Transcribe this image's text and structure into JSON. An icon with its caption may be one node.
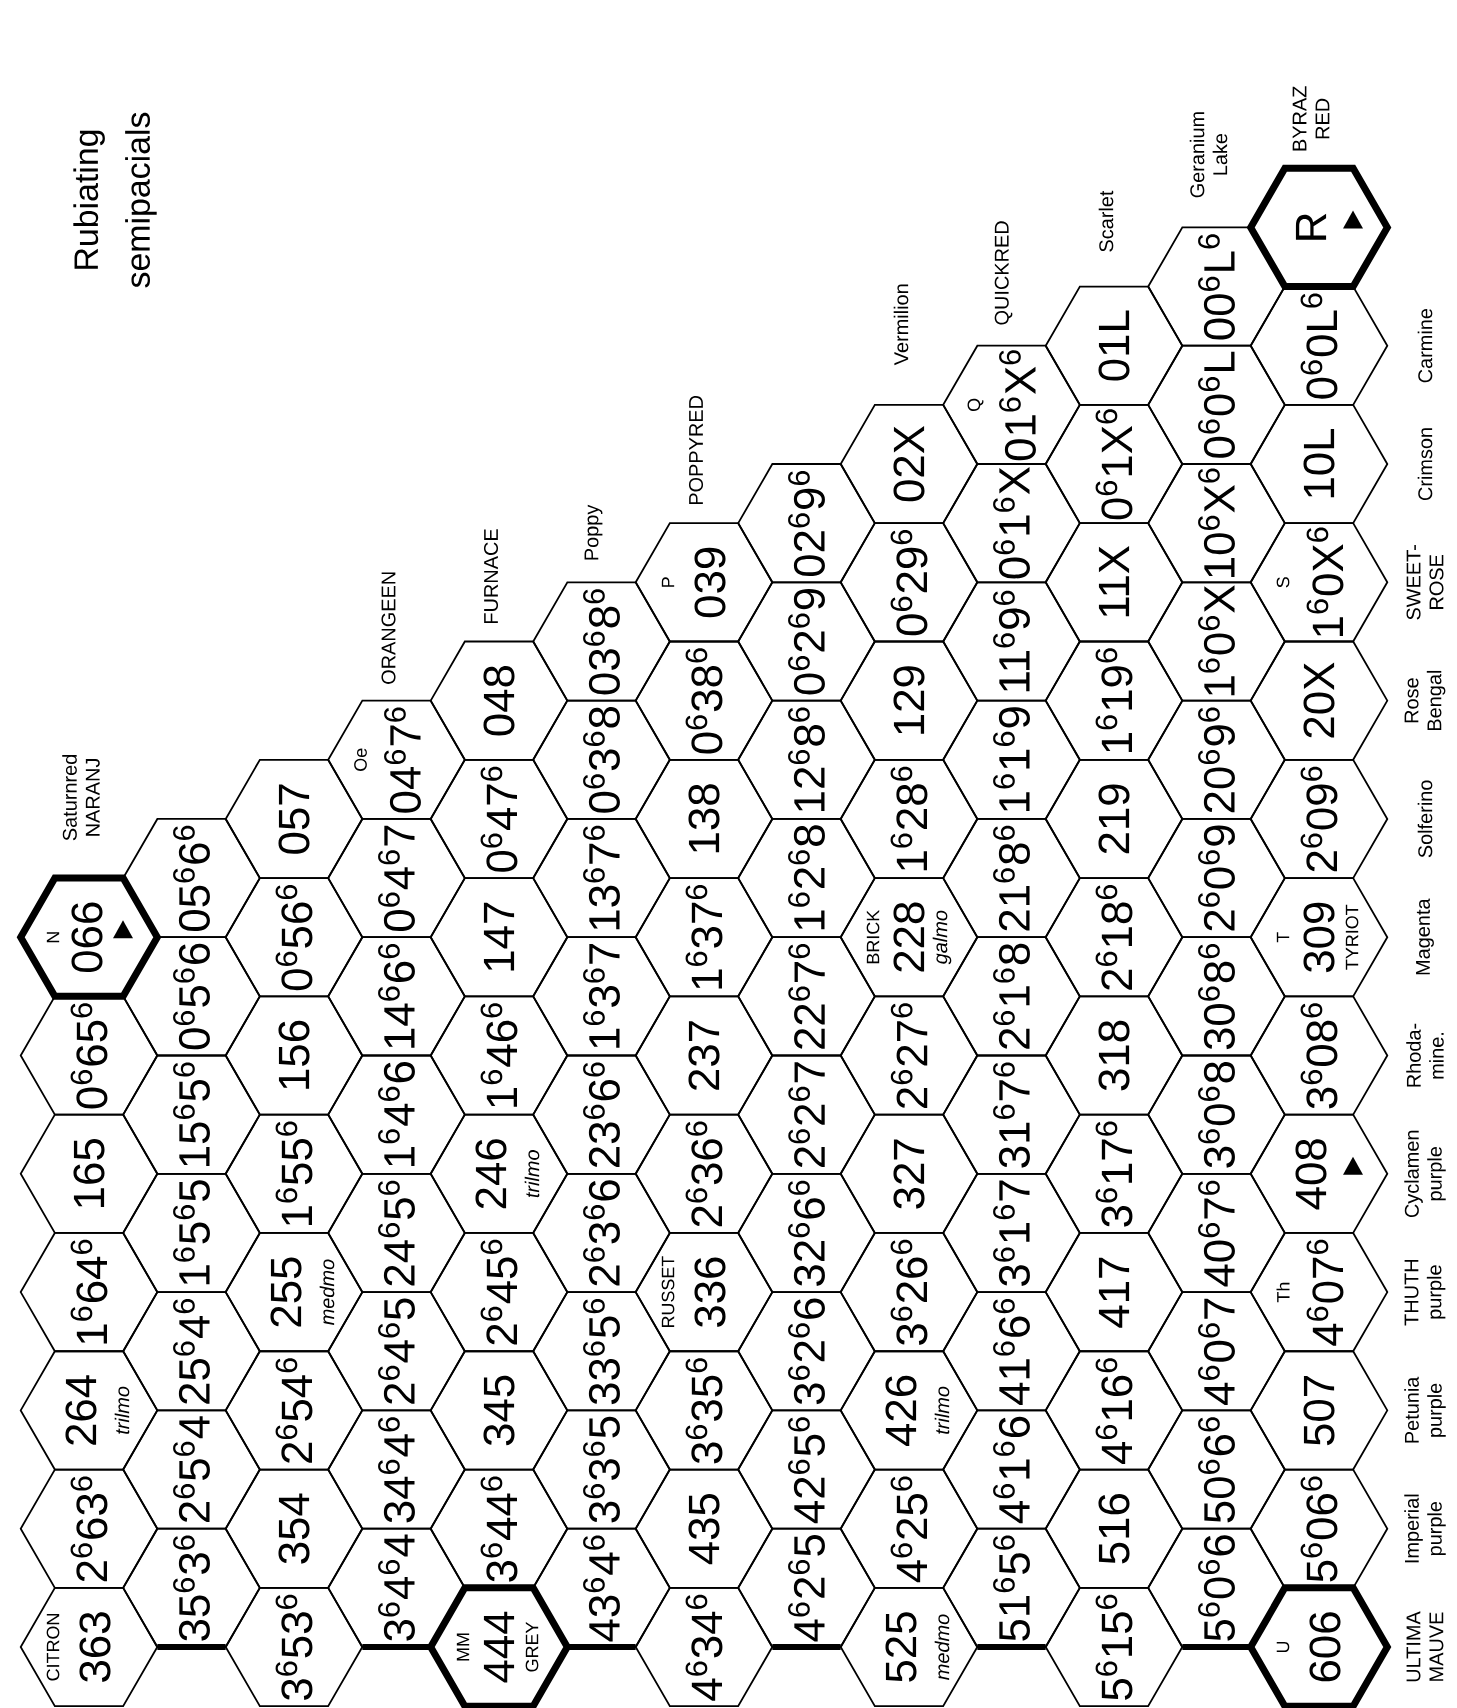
{
  "diagram": {
    "title": "Rubiating semipacials",
    "nodes": [
      {
        "text": [
          "CITRON",
          "363"
        ]
      },
      {
        "text": [
          "2$^{6}$63$^{6}$"
        ]
      },
      {
        "text": [
          "264",
          "trilmo"
        ]
      },
      {
        "text": [
          "1$^{6}$64$^{6}$"
        ]
      },
      {
        "text": [
          "165"
        ]
      },
      {
        "text": [
          "0$^{6}$65$^{6}$"
        ]
      },
      {
        "text": [
          "N",
          "066"
        ],
        "beside": [
          "Saturnred NARANJ"
        ]
      },
      {
        "text": [
          "35$^{6}$3$^{6}$"
        ]
      },
      {
        "text": [
          "2$^{6}$5$^{6}$4"
        ]
      },
      {
        "text": [
          "25$^{6}$4$^{6}$"
        ]
      },
      {
        "text": [
          "1$^{6}$5$^{6}$5"
        ]
      },
      {
        "text": [
          "15$^{6}$5$^{6}$"
        ]
      },
      {
        "text": [
          "0$^{6}$5$^{6}$6"
        ]
      },
      {
        "text": [
          "05$^{6}$6$^{6}$"
        ]
      },
      {
        "text": [
          "3$^{6}$53$^{6}$"
        ]
      },
      {
        "text": [
          "354"
        ]
      },
      {
        "text": [
          "2$^{6}$54$^{6}$"
        ]
      },
      {
        "text": [
          "255",
          "medmo"
        ]
      },
      {
        "text": [
          "1$^{6}$55$^{6}$"
        ]
      },
      {
        "text": [
          "156"
        ]
      },
      {
        "text": [
          "0$^{6}$56$^{6}$"
        ]
      },
      {
        "text": [
          "057"
        ]
      },
      {
        "text": [
          "3$^{6}$4$^{6}$4"
        ]
      },
      {
        "text": [
          "34$^{6}$4$^{6}$"
        ]
      },
      {
        "text": [
          "2$^{6}$4$^{6}$5"
        ]
      },
      {
        "text": [
          "24$^{6}$5$^{6}$"
        ]
      },
      {
        "text": [
          "1$^{6}$4$^{6}$6"
        ]
      },
      {
        "text": [
          "14$^{6}$6$^{6}$"
        ]
      },
      {
        "text": [
          "0$^{6}$4$^{6}$7"
        ]
      },
      {
        "text": [
          "Oe",
          "04$^{6}$7$^{6}$"
        ],
        "beside": [
          "ORANGEEN"
        ]
      },
      {
        "text": [
          "MM",
          "444",
          "GREY"
        ]
      },
      {
        "text": [
          "3$^{6}$44$^{6}$"
        ]
      },
      {
        "text": [
          "345"
        ]
      },
      {
        "text": [
          "2$^{6}$45$^{6}$"
        ]
      },
      {
        "text": [
          "246",
          "trilmo"
        ]
      },
      {
        "text": [
          "1$^{6}$46$^{6}$"
        ]
      },
      {
        "text": [
          "147"
        ]
      },
      {
        "text": [
          "0$^{6}$47$^{6}$"
        ]
      },
      {
        "text": [
          "048"
        ],
        "beside": [
          "FURNACE"
        ]
      },
      {
        "text": [
          "43$^{6}$4$^{6}$"
        ]
      },
      {
        "text": [
          "3$^{6}$3$^{6}$5"
        ]
      },
      {
        "text": [
          "33$^{6}$5$^{6}$"
        ]
      },
      {
        "text": [
          "2$^{6}$3$^{6}$6"
        ]
      },
      {
        "text": [
          "23$^{6}$6$^{6}$"
        ]
      },
      {
        "text": [
          "1$^{6}$3$^{6}$7"
        ]
      },
      {
        "text": [
          "13$^{6}$7$^{6}$"
        ]
      },
      {
        "text": [
          "0$^{6}$3$^{6}$8"
        ]
      },
      {
        "text": [
          "03$^{6}$8$^{6}$"
        ],
        "beside": [
          "Poppy"
        ]
      },
      {
        "text": [
          "4$^{6}$34$^{6}$"
        ]
      },
      {
        "text": [
          "435"
        ]
      },
      {
        "text": [
          "3$^{6}$35$^{6}$"
        ]
      },
      {
        "text": [
          "RUSSET",
          "336"
        ]
      },
      {
        "text": [
          "2$^{6}$36$^{6}$"
        ]
      },
      {
        "text": [
          "237"
        ]
      },
      {
        "text": [
          "1$^{6}$37$^{6}$"
        ]
      },
      {
        "text": [
          "138"
        ]
      },
      {
        "text": [
          "0$^{6}$38$^{6}$"
        ]
      },
      {
        "text": [
          "P",
          "039"
        ],
        "beside": [
          "POPPYRED"
        ]
      },
      {
        "text": [
          "4$^{6}$2$^{6}$5"
        ]
      },
      {
        "text": [
          "42$^{6}$5$^{6}$"
        ]
      },
      {
        "text": [
          "3$^{6}$2$^{6}$6"
        ]
      },
      {
        "text": [
          "32$^{6}$6$^{6}$"
        ]
      },
      {
        "text": [
          "2$^{6}$2$^{6}$7"
        ]
      },
      {
        "text": [
          "22$^{6}$7$^{6}$"
        ]
      },
      {
        "text": [
          "1$^{6}$2$^{6}$8"
        ]
      },
      {
        "text": [
          "12$^{6}$8$^{6}$"
        ]
      },
      {
        "text": [
          "0$^{6}$2$^{6}$9"
        ]
      },
      {
        "text": [
          "02$^{6}$9$^{6}$"
        ]
      },
      {
        "text": [
          "525",
          "medmo"
        ]
      },
      {
        "text": [
          "4$^{6}$25$^{6}$"
        ]
      },
      {
        "text": [
          "426",
          "trilmo"
        ]
      },
      {
        "text": [
          "3$^{6}$26$^{6}$"
        ]
      },
      {
        "text": [
          "327"
        ]
      },
      {
        "text": [
          "2$^{6}$27$^{6}$"
        ]
      },
      {
        "text": [
          "BRICK",
          "228",
          "galmo"
        ]
      },
      {
        "text": [
          "1$^{6}$28$^{6}$"
        ]
      },
      {
        "text": [
          "129"
        ]
      },
      {
        "text": [
          "0$^{6}$29$^{6}$"
        ]
      },
      {
        "text": [
          "02X"
        ],
        "beside": [
          "Vermilion"
        ]
      },
      {
        "text": [
          "51$^{6}$5$^{6}$"
        ]
      },
      {
        "text": [
          "4$^{6}$1$^{6}$6"
        ]
      },
      {
        "text": [
          "41$^{6}$6$^{6}$"
        ]
      },
      {
        "text": [
          "3$^{6}$1$^{6}$7"
        ]
      },
      {
        "text": [
          "31$^{6}$7$^{6}$"
        ]
      },
      {
        "text": [
          "2$^{6}$1$^{6}$8"
        ]
      },
      {
        "text": [
          "21$^{6}$8$^{6}$"
        ]
      },
      {
        "text": [
          "1$^{6}$1$^{6}$9"
        ]
      },
      {
        "text": [
          "11$^{6}$9$^{6}$"
        ]
      },
      {
        "text": [
          "0$^{6}$1$^{6}$X"
        ]
      },
      {
        "text": [
          "Q",
          "01$^{6}$X$^{6}$"
        ],
        "beside": [
          "QUICKRED"
        ]
      },
      {
        "text": [
          "5$^{6}$15$^{6}$"
        ]
      },
      {
        "text": [
          "516"
        ]
      },
      {
        "text": [
          "4$^{6}$16$^{6}$"
        ]
      },
      {
        "text": [
          "417"
        ]
      },
      {
        "text": [
          "3$^{6}$17$^{6}$"
        ]
      },
      {
        "text": [
          "318"
        ]
      },
      {
        "text": [
          "2$^{6}$18$^{6}$"
        ]
      },
      {
        "text": [
          "219"
        ]
      },
      {
        "text": [
          "1$^{6}$19$^{6}$"
        ]
      },
      {
        "text": [
          "11X"
        ]
      },
      {
        "text": [
          "0$^{6}$1X$^{6}$"
        ]
      },
      {
        "text": [
          "01L"
        ],
        "beside": [
          "Scarlet"
        ]
      },
      {
        "text": [
          "5$^{6}$0$^{6}$6"
        ]
      },
      {
        "text": [
          "50$^{6}$6$^{6}$"
        ]
      },
      {
        "text": [
          "4$^{6}$0$^{6}$7"
        ]
      },
      {
        "text": [
          "40$^{6}$7$^{6}$"
        ]
      },
      {
        "text": [
          "3$^{6}$0$^{6}$8"
        ]
      },
      {
        "text": [
          "30$^{6}$8$^{6}$"
        ]
      },
      {
        "text": [
          "2$^{6}$0$^{6}$9"
        ]
      },
      {
        "text": [
          "20$^{6}$9$^{6}$"
        ]
      },
      {
        "text": [
          "1$^{6}$0$^{6}$X"
        ]
      },
      {
        "text": [
          "10$^{6}$X$^{6}$"
        ]
      },
      {
        "text": [
          "0$^{6}$0$^{6}$L"
        ]
      },
      {
        "text": [
          "00$^{6}$L$^{6}$"
        ],
        "beside": [
          "Geranium Lake"
        ]
      },
      {
        "text": [
          "U",
          "606"
        ],
        "beside": [
          "ULTIMA MAUVE"
        ]
      },
      {
        "text": [
          "5$^{6}$06$^{6}$"
        ],
        "beside": [
          "Imperial purple"
        ]
      },
      {
        "text": [
          "507"
        ],
        "beside": [
          "Petunia purple"
        ]
      },
      {
        "text": [
          "Th",
          "4$^{6}$07$^{6}$"
        ],
        "beside": [
          "THUTH purple"
        ]
      },
      {
        "text": [
          "408"
        ],
        "beside": [
          "Cyclamen purple"
        ]
      },
      {
        "text": [
          "3$^{6}$08$^{6}$"
        ],
        "beside": [
          "Rhoda- mine."
        ]
      },
      {
        "text": [
          "T",
          "309",
          "TYRIOT"
        ],
        "beside": [
          "Magenta"
        ]
      },
      {
        "text": [
          "2$^{6}$09$^{6}$"
        ],
        "beside": [
          "Solferino"
        ]
      },
      {
        "text": [
          "20X"
        ],
        "beside": [
          "Rose Bengal"
        ]
      },
      {
        "text": [
          "S",
          "1$^{6}$0X$^{6}$"
        ],
        "beside": [
          "SWEET- ROSE"
        ]
      },
      {
        "text": [
          "10L"
        ],
        "beside": [
          "Crimson"
        ]
      },
      {
        "text": [
          "0$^{6}$0L$^{6}$"
        ],
        "beside": [
          "Carmine"
        ]
      },
      {
        "text": [
          "R"
        ],
        "beside": [
          "BYRAZ RED"
        ]
      }
    ]
  }
}
